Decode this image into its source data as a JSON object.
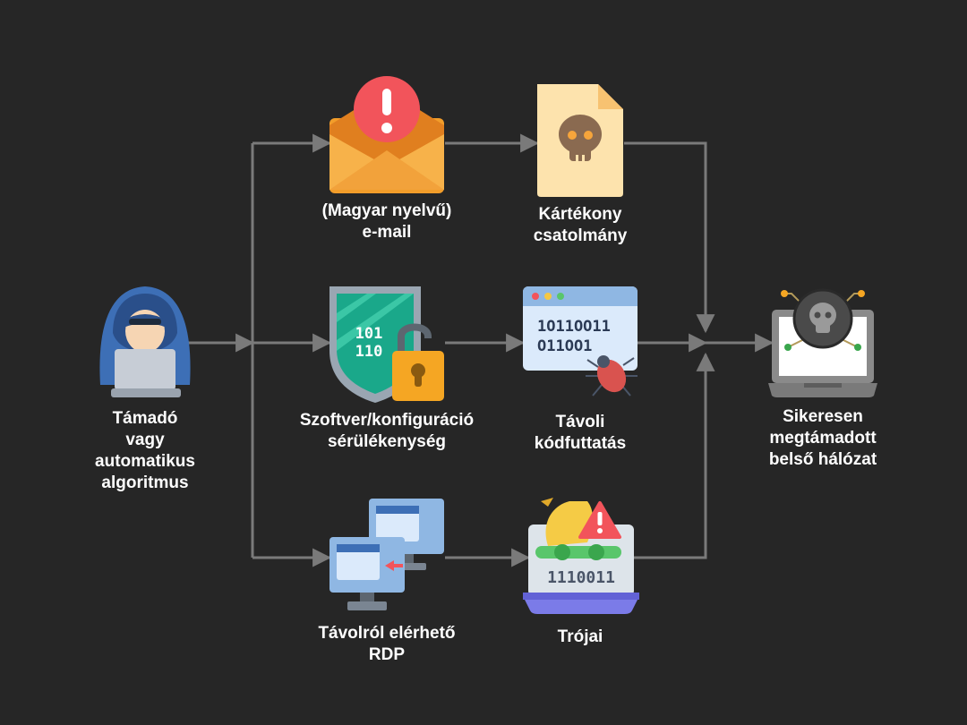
{
  "nodes": {
    "attacker": {
      "lines": [
        "Támadó",
        "vagy",
        "automatikus",
        "algoritmus"
      ]
    },
    "email": {
      "lines": [
        "(Magyar nyelvű)",
        "e-mail"
      ]
    },
    "attachment": {
      "lines": [
        "Kártékony",
        "csatolmány"
      ]
    },
    "vulnerability": {
      "lines": [
        "Szoftver/konfiguráció",
        "sérülékenység"
      ],
      "icon_text": [
        "101",
        "110"
      ]
    },
    "rce": {
      "lines": [
        "Távoli",
        "kódfuttatás"
      ],
      "icon_text": [
        "1O11OO11",
        "O11OO1"
      ]
    },
    "rdp": {
      "lines": [
        "Távolról elérhető",
        "RDP"
      ]
    },
    "trojan": {
      "lines": [
        "Trójai"
      ],
      "icon_text": "1110011"
    },
    "target": {
      "lines": [
        "Sikeresen",
        "megtámadott",
        "belső hálózat"
      ]
    }
  },
  "edges": [
    [
      "attacker",
      "email"
    ],
    [
      "attacker",
      "vulnerability"
    ],
    [
      "attacker",
      "rdp"
    ],
    [
      "email",
      "attachment"
    ],
    [
      "vulnerability",
      "rce"
    ],
    [
      "rdp",
      "trojan"
    ],
    [
      "attachment",
      "target"
    ],
    [
      "rce",
      "target"
    ],
    [
      "trojan",
      "target"
    ]
  ],
  "colors": {
    "background": "#262626",
    "connector": "#7a7a7a",
    "text": "#ffffff",
    "hood": "#3d6fb6",
    "email_orange": "#f29d2a",
    "alert_red": "#f2545b",
    "paper": "#fde3ad",
    "skull_brown": "#8a6a50",
    "shield_teal": "#1aa88a",
    "lock_orange": "#f5a623",
    "window_blue": "#dbeafb",
    "bug_red": "#d9534f",
    "monitor_blue": "#8fb7e3",
    "trojan_purple": "#7b7be8",
    "trojan_green": "#59c66b",
    "laptop_gray": "#8a8a8a"
  },
  "icons": {
    "attacker": "hooded-hacker-icon",
    "email": "warning-email-icon",
    "attachment": "malicious-file-skull-icon",
    "vulnerability": "shield-unlocked-padlock-icon",
    "rce": "code-window-bug-icon",
    "rdp": "remote-desktop-monitors-icon",
    "trojan": "trojan-horse-warning-icon",
    "target": "compromised-laptop-skull-icon"
  }
}
